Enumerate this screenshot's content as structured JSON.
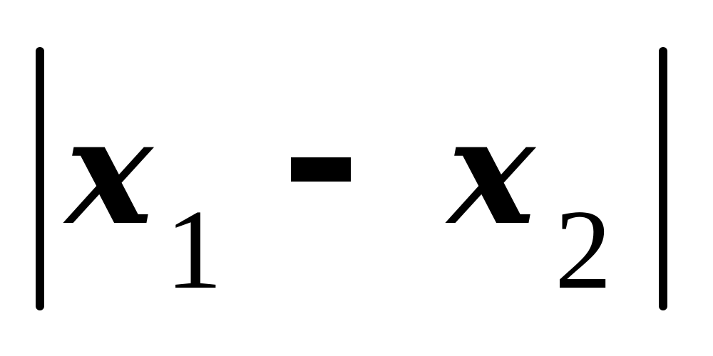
{
  "expression": {
    "variable_1": "x",
    "subscript_1": "1",
    "operator": "-",
    "variable_2": "x",
    "subscript_2": "2"
  }
}
